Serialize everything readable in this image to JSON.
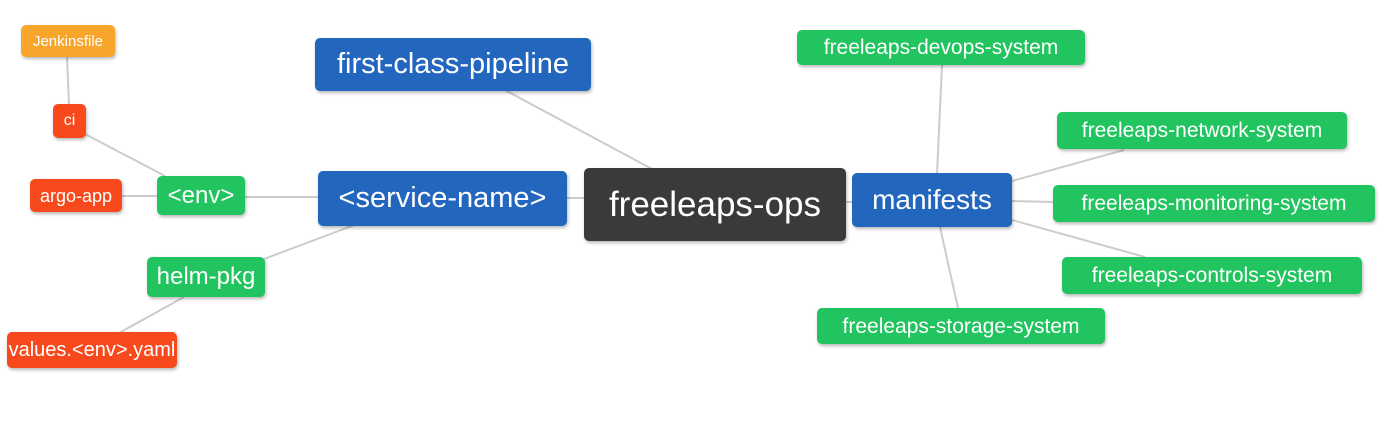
{
  "palette": {
    "orange": "#F8A62B",
    "red": "#F8491D",
    "green": "#21C45F",
    "blue": "#2266BE",
    "dark": "#3B3A39",
    "edge": "#CCCCCC",
    "background": "#FFFFFF",
    "text": "#FFFFFF"
  },
  "diagram": {
    "type": "mindmap",
    "root": "freeleaps_ops"
  },
  "nodes": {
    "jenkinsfile": {
      "label": "Jenkinsfile",
      "color": "orange"
    },
    "ci": {
      "label": "ci",
      "color": "red"
    },
    "argo_app": {
      "label": "argo-app",
      "color": "red"
    },
    "env": {
      "label": "<env>",
      "color": "green"
    },
    "helm_pkg": {
      "label": "helm-pkg",
      "color": "green"
    },
    "values_env_yaml": {
      "label": "values.<env>.yaml",
      "color": "red"
    },
    "first_class_pipeline": {
      "label": "first-class-pipeline",
      "color": "blue"
    },
    "service_name": {
      "label": "<service-name>",
      "color": "blue"
    },
    "freeleaps_ops": {
      "label": "freeleaps-ops",
      "color": "dark"
    },
    "manifests": {
      "label": "manifests",
      "color": "blue"
    },
    "freeleaps_devops_system": {
      "label": "freeleaps-devops-system",
      "color": "green"
    },
    "freeleaps_network_system": {
      "label": "freeleaps-network-system",
      "color": "green"
    },
    "freeleaps_monitoring_system": {
      "label": "freeleaps-monitoring-system",
      "color": "green"
    },
    "freeleaps_controls_system": {
      "label": "freeleaps-controls-system",
      "color": "green"
    },
    "freeleaps_storage_system": {
      "label": "freeleaps-storage-system",
      "color": "green"
    }
  },
  "edges": [
    {
      "from": "jenkinsfile",
      "to": "ci"
    },
    {
      "from": "ci",
      "to": "env"
    },
    {
      "from": "argo_app",
      "to": "env"
    },
    {
      "from": "env",
      "to": "service_name"
    },
    {
      "from": "helm_pkg",
      "to": "service_name"
    },
    {
      "from": "values_env_yaml",
      "to": "helm_pkg"
    },
    {
      "from": "first_class_pipeline",
      "to": "freeleaps_ops"
    },
    {
      "from": "service_name",
      "to": "freeleaps_ops"
    },
    {
      "from": "manifests",
      "to": "freeleaps_ops"
    },
    {
      "from": "freeleaps_devops_system",
      "to": "manifests"
    },
    {
      "from": "freeleaps_network_system",
      "to": "manifests"
    },
    {
      "from": "freeleaps_monitoring_system",
      "to": "manifests"
    },
    {
      "from": "freeleaps_controls_system",
      "to": "manifests"
    },
    {
      "from": "freeleaps_storage_system",
      "to": "manifests"
    }
  ]
}
